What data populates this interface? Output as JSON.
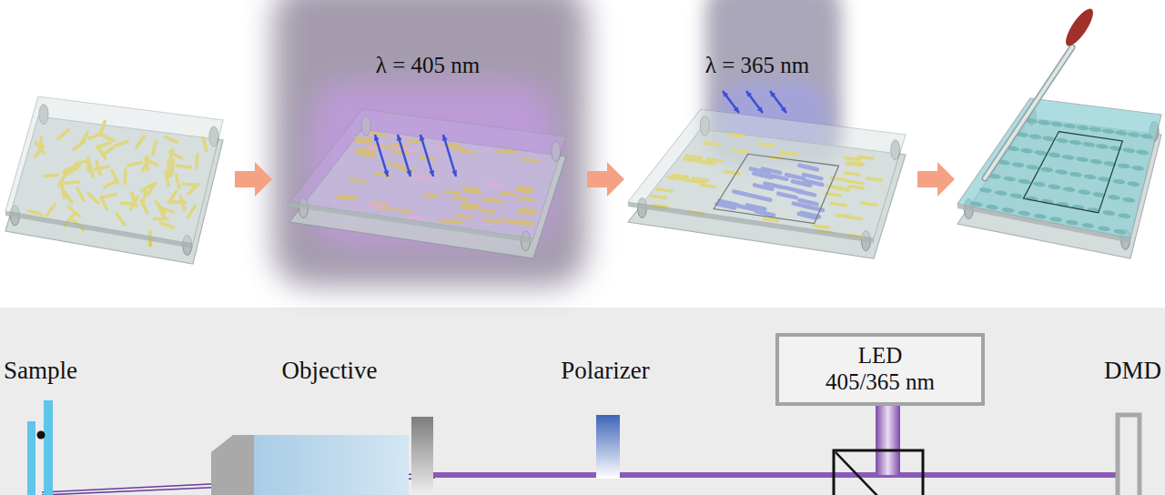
{
  "diagram": {
    "nodes": [
      {
        "text": [
          "LED 405/365 nm"
        ]
      }
    ],
    "labels": [
      "λ = 405 nm",
      "λ = 365 nm",
      "Sample",
      "Objective",
      "Polarizer",
      "DMD"
    ]
  }
}
